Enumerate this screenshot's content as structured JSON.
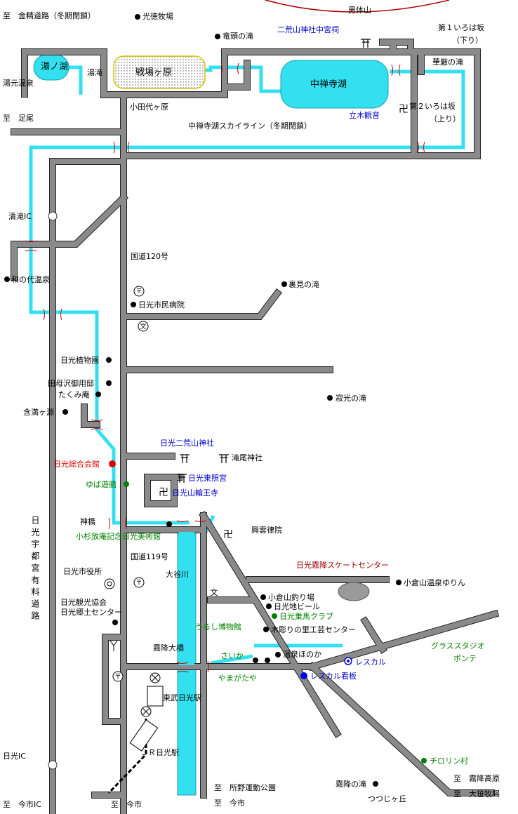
{
  "places": {
    "nantaisan": "男体山",
    "kinsei": "至　金精道路（冬期閉鎖）",
    "kotoku": "光徳牧場",
    "ryuzu": "竜頭の滝",
    "futara_chugushi": "二荒山神社中宮祠",
    "irohazaka1": "第１いろは坂",
    "kudari": "（下り）",
    "yunoko": "湯ノ湖",
    "yumoto": "湯元温泉",
    "yudaki": "湯滝",
    "senjogahara": "戦場ヶ原",
    "chuzenjiko": "中禅寺湖",
    "kegon": "華厳の滝",
    "otashiro": "小田代ヶ原",
    "tachiki": "立木観音",
    "irohazaka2": "第２いろは坂",
    "nobori": "（上り）",
    "ashio": "至　足尾",
    "skyline": "中禅寺湖スカイライン（冬期閉鎖）",
    "kiyotaki_ic": "清滝IC",
    "kokudo120": "国道120号",
    "wanoshiro": "和の代温泉",
    "urami": "裏見の滝",
    "hospital": "日光市民病院",
    "botanical": "日光植物園",
    "tamozawa": "田母沢御用邸",
    "takumi": "たくみ庵",
    "kanmangafuchi": "含満ヶ淵",
    "jakko": "寂光の滝",
    "futarasan": "日光二荒山神社",
    "takio": "滝尾神社",
    "sogo_kaikan": "日光総合会館",
    "toshogu": "日光東照宮",
    "yuba": "ゆば遊膳",
    "rinnoji": "日光山輪王寺",
    "shinkyo": "神橋",
    "koun": "興雲律院",
    "kosugi": "小杉放庵記念日光美術館",
    "kokudo119": "国道119号",
    "daiya": "大谷川",
    "skate": "日光霧降スケートセンター",
    "city_office": "日光市役所",
    "yurin": "小倉山温泉ゆりん",
    "ogura_fishing": "小倉山釣り場",
    "beer": "日光地ビール",
    "kankou_kyokai": "日光観光協会",
    "kyodo_center": "日光郷土センター",
    "horse_club": "日光乗馬クラブ",
    "urushi": "うるし博物館",
    "kibori": "木彫りの里工芸センター",
    "glass": "グラススタジオ",
    "ponte": "ポンテ",
    "kirifuri_bridge": "霧降大橋",
    "saika": "さいか",
    "honoka": "温泉ほのか",
    "rescal": "レスカル",
    "rescal_sign": "レスカル看板",
    "yamagataya": "やまがたや",
    "tobu": "東武日光駅",
    "jr": "ＪＲ日光駅",
    "nikko_ic": "日光IC",
    "tirolin": "チロリン村",
    "to_kirifuri_kogen": "至　霧降高原",
    "kirifuri_falls": "霧降の滝",
    "to_daisasa": "至　大笹牧場",
    "tsutsuji": "つつじヶ丘",
    "to_imaichi_ic": "至　今市IC",
    "to_imaichi1": "至　今市",
    "to_shoya": "至　所野運動公園",
    "to_imaichi2": "至　今市",
    "expressway": "日光宇都宮有料道路"
  },
  "colors": {
    "road": "#7f7f7f",
    "road_edge": "#222222",
    "water": "#33e0f0",
    "lake": "#33e0f0",
    "marsh_border": "#d6c000",
    "mountain": "#aa0000"
  }
}
